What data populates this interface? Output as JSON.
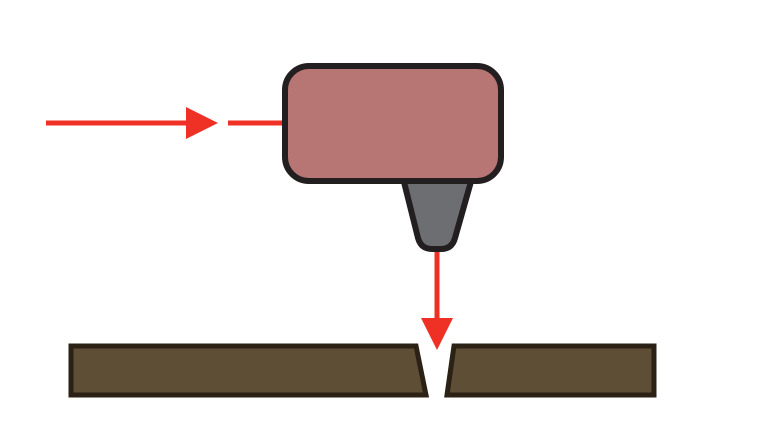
{
  "diagram": {
    "elements": [
      "incoming-beam-arrow",
      "laser-head",
      "nozzle",
      "output-beam-arrow",
      "workpiece-left",
      "workpiece-right"
    ],
    "colors": {
      "beam": "#ee3124",
      "head_fill": "#b77574",
      "nozzle_fill": "#6d6e71",
      "outline": "#231f20",
      "plate_fill": "#5e4e35",
      "plate_outline": "#2b2115"
    }
  }
}
